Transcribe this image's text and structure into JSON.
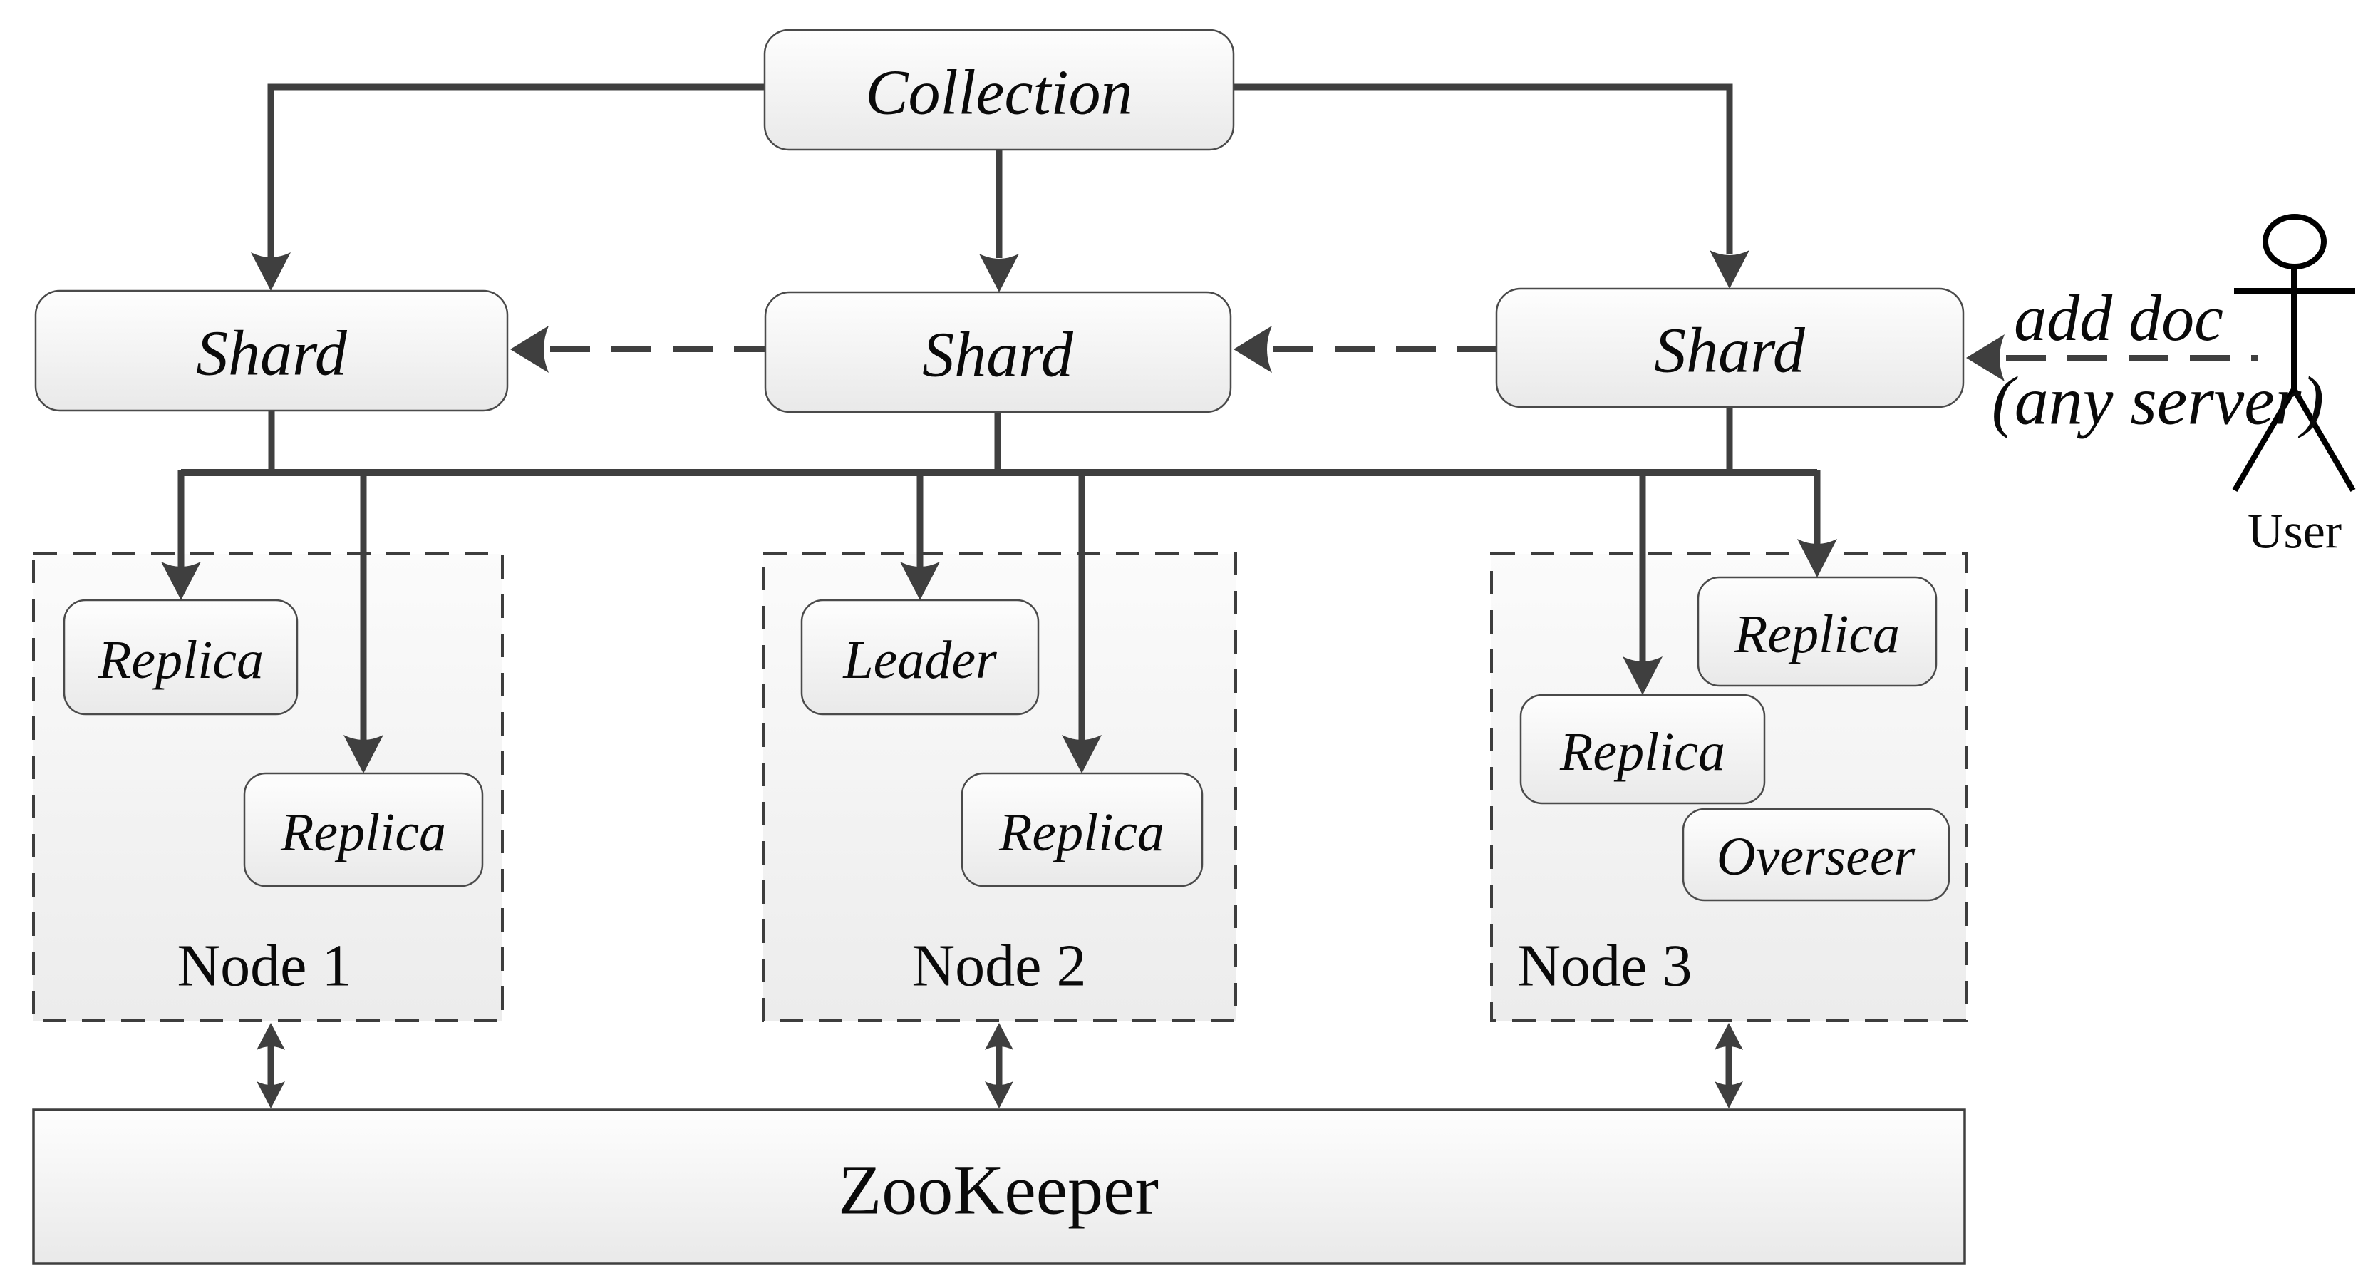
{
  "diagram": {
    "collection": {
      "label": "Collection"
    },
    "shards": [
      {
        "label": "Shard"
      },
      {
        "label": "Shard"
      },
      {
        "label": "Shard"
      }
    ],
    "nodes": [
      {
        "label": "Node 1",
        "cores": [
          {
            "label": "Replica"
          },
          {
            "label": "Replica"
          }
        ]
      },
      {
        "label": "Node 2",
        "cores": [
          {
            "label": "Leader"
          },
          {
            "label": "Replica"
          }
        ]
      },
      {
        "label": "Node 3",
        "cores": [
          {
            "label": "Replica"
          },
          {
            "label": "Replica"
          },
          {
            "label": "Overseer"
          }
        ]
      }
    ],
    "zookeeper": {
      "label": "ZooKeeper"
    },
    "user": {
      "label": "User"
    },
    "annotation": {
      "line1": "add doc",
      "line2": "(any server)"
    },
    "colors": {
      "line": "#3f3f3f",
      "border": "#4a4a4a",
      "text": "#0a0a0a",
      "figure": "#000000",
      "box_fill_top": "#fefefe",
      "box_fill_bottom": "#e9e9e9",
      "node_fill_top": "#fbfbfb",
      "node_fill_bottom": "#ececec",
      "background": "#ffffff"
    }
  }
}
